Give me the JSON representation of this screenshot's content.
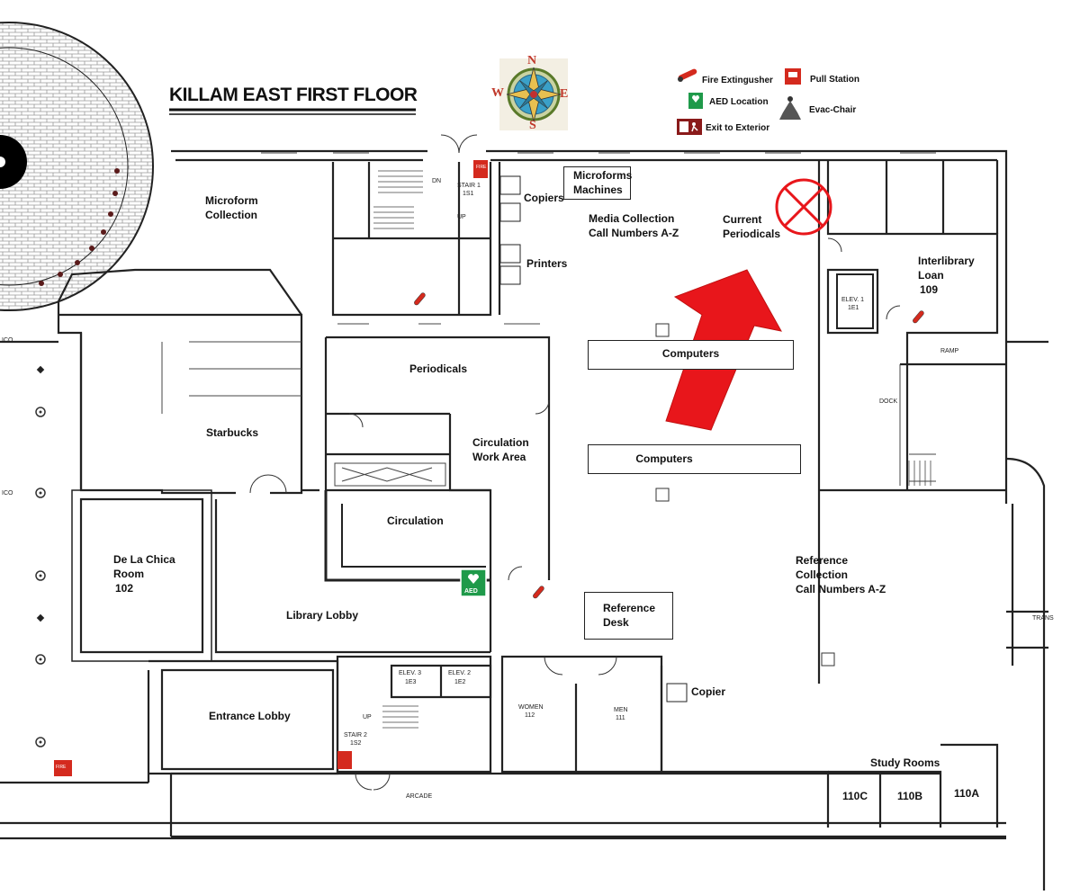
{
  "title": "KILLAM EAST FIRST FLOOR",
  "compass": {
    "n": "N",
    "s": "S",
    "e": "E",
    "w": "W"
  },
  "legend": {
    "fire_extinguisher": "Fire Extingusher",
    "pull_station": "Pull Station",
    "aed_location": "AED Location",
    "evac_chair": "Evac-Chair",
    "exit_to_exterior": "Exit to Exterior",
    "aed_sign": "AED"
  },
  "rooms": {
    "microform_collection": [
      "Microform",
      "Collection"
    ],
    "copiers": "Copiers",
    "microforms_machines": [
      "Microforms",
      "Machines"
    ],
    "media_collection": [
      "Media Collection",
      "Call Numbers A-Z"
    ],
    "current_periodicals": [
      "Current",
      "Periodicals"
    ],
    "interlibrary_loan": [
      "Interlibrary",
      "Loan",
      "109"
    ],
    "printers": "Printers",
    "periodicals": "Periodicals",
    "computers_1": "Computers",
    "computers_2": "Computers",
    "starbucks": "Starbucks",
    "circulation_work_area": [
      "Circulation",
      "Work Area"
    ],
    "circulation": "Circulation",
    "de_la_chica_room": [
      "De La Chica",
      "Room",
      "102"
    ],
    "library_lobby": "Library Lobby",
    "reference_desk": [
      "Reference",
      "Desk"
    ],
    "reference_collection": [
      "Reference",
      "Collection",
      "Call Numbers A-Z"
    ],
    "copier": "Copier",
    "entrance_lobby": "Entrance Lobby",
    "study_rooms": "Study Rooms",
    "room_110c": "110C",
    "room_110b": "110B",
    "room_110a": "110A"
  },
  "plan_labels": {
    "stair1": "STAIR 1",
    "stair1_num": "1S1",
    "dn": "DN",
    "up": "UP",
    "elev1": "ELEV. 1",
    "elev1_num": "1E1",
    "elev2": "ELEV. 2",
    "elev2_num": "1E2",
    "elev3": "ELEV. 3",
    "elev3_num": "1E3",
    "stair2": "STAIR 2",
    "stair2_num": "1S2",
    "women": "WOMEN",
    "women_num": "112",
    "men": "MEN",
    "men_num": "111",
    "ramp": "RAMP",
    "dock": "DOCK",
    "arcade": "ARCADE",
    "trans": "TRANS",
    "ico": "ICO",
    "fire": "FIRE"
  },
  "colors": {
    "arrow": "#e8161b",
    "no_symbol": "#e8161b",
    "aed": "#1f9a4a",
    "pull": "#d42a1e",
    "wall": "#222222"
  }
}
